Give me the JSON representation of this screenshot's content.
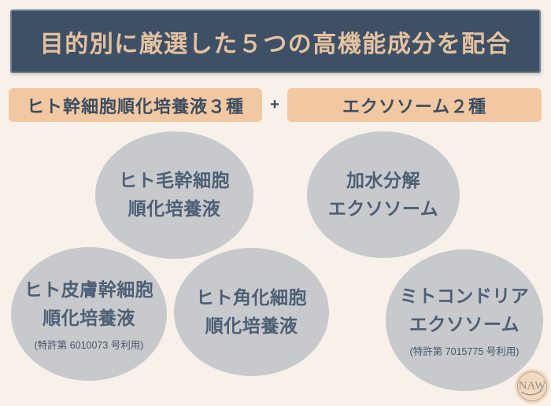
{
  "header": {
    "title": "目的別に厳選した５つの高機能成分を配合"
  },
  "categories": {
    "left": {
      "label": "ヒト幹細胞順化培養液３種"
    },
    "plus": "+",
    "right": {
      "label": "エクソソーム２種"
    }
  },
  "ingredients": [
    {
      "line1": "ヒト毛幹細胞",
      "line2": "順化培養液",
      "note": ""
    },
    {
      "line1": "加水分解",
      "line2": "エクソソーム",
      "note": ""
    },
    {
      "line1": "ヒト皮膚幹細胞",
      "line2": "順化培養液",
      "note": "(特許第 6010073 号利用)"
    },
    {
      "line1": "ヒト角化細胞",
      "line2": "順化培養液",
      "note": ""
    },
    {
      "line1": "ミトコンドリア",
      "line2": "エクソソーム",
      "note": "(特許第 7015775 号利用)"
    }
  ],
  "logo": {
    "text": "NAW"
  },
  "colors": {
    "page_background": "#f8f1ea",
    "banner_background": "#3e5066",
    "banner_text": "#e4c2a0",
    "label_background": "#f1c8a2",
    "label_text": "#3c4d61",
    "bubble_background": "#c8c9cc",
    "bubble_text": "#4d5f75",
    "logo_background": "#f2d8be"
  }
}
